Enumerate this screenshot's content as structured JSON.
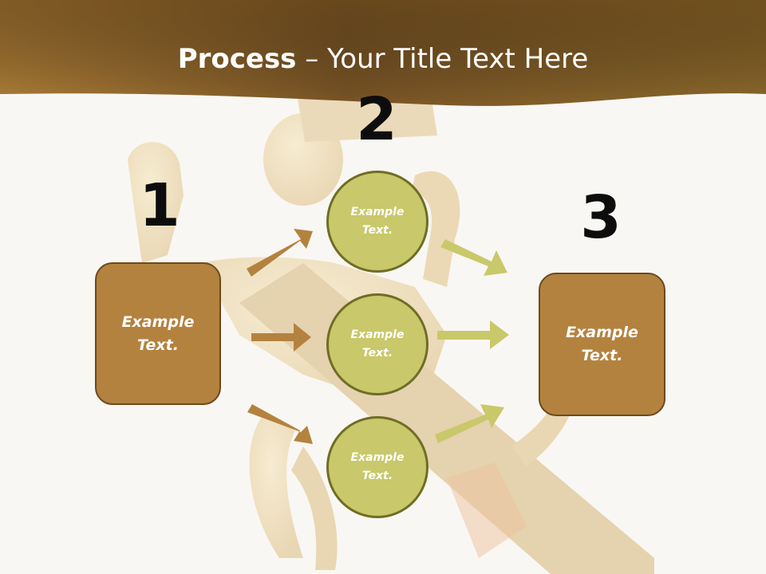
{
  "header": {
    "title_bold": "Process",
    "title_rest": " – Your Title Text Here"
  },
  "colors": {
    "header_gold": "#8b6420",
    "box_fill": "#b4823f",
    "circle_fill": "#c9c86a",
    "arrow_brown": "#b4823f",
    "arrow_olive": "#c9c86a"
  },
  "steps": [
    {
      "number": "1",
      "label": "Example Text."
    },
    {
      "number": "2",
      "items": [
        {
          "label": "Example Text."
        },
        {
          "label": "Example Text."
        },
        {
          "label": "Example Text."
        }
      ]
    },
    {
      "number": "3",
      "label": "Example Text."
    }
  ],
  "background_icon": "golden-figure-illustration"
}
